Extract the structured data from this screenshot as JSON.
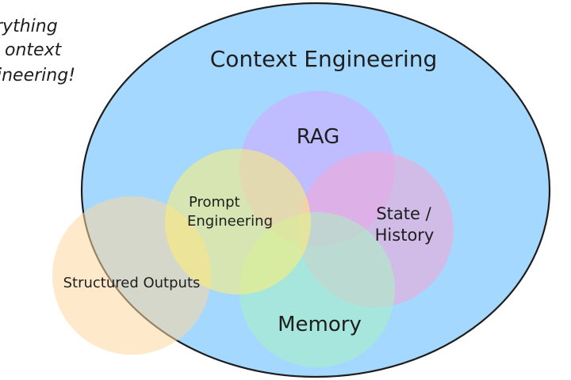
{
  "side_note": {
    "lines": [
      "rything",
      "ontext",
      "ineering!"
    ]
  },
  "context_engineering": {
    "title": "Context Engineering"
  },
  "subsets": {
    "rag": {
      "label": "RAG",
      "color": "#d6a7ff"
    },
    "prompt_engineering": {
      "label_lines": [
        "Prompt",
        "Engineering"
      ],
      "color": "#fff071"
    },
    "state_history": {
      "label_lines": [
        "State /",
        "History"
      ],
      "color": "#f5a6d6"
    },
    "memory": {
      "label": "Memory",
      "color": "#a9f2c0"
    },
    "structured_outputs": {
      "label": "Structured Outputs",
      "color": "#ffd7a0"
    }
  },
  "colors": {
    "outer_fill": "#a5d8ff",
    "outline": "#1e1e1e"
  }
}
